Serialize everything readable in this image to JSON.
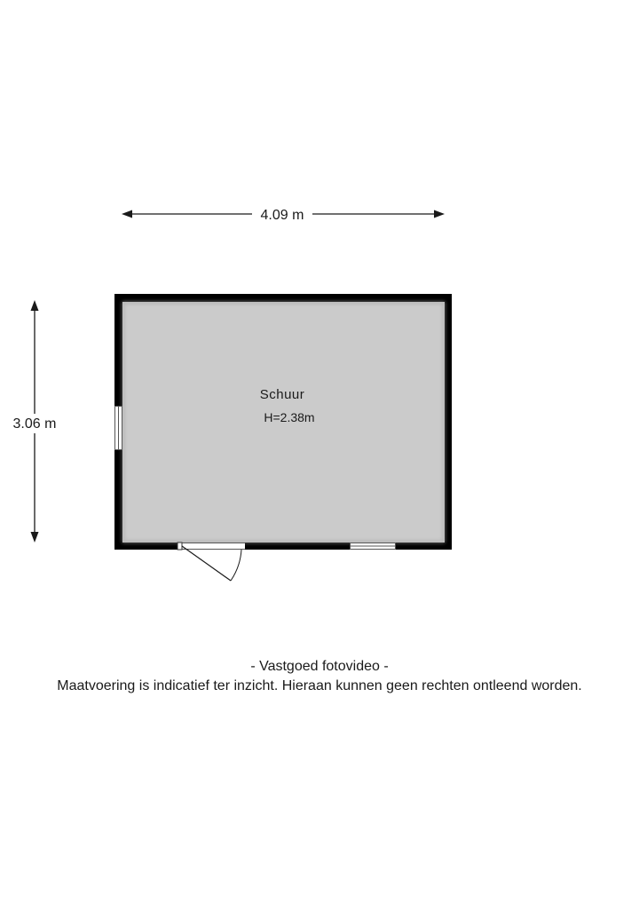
{
  "plan": {
    "width_label": "4.09 m",
    "depth_label": "3.06 m",
    "room": {
      "name": "Schuur",
      "height": "H=2.38m"
    },
    "colors": {
      "wall": "#000000",
      "floor": "#cbcbcb",
      "line": "#1a1a1a"
    }
  },
  "footer": {
    "credit": "- Vastgoed fotovideo -",
    "disclaimer": "Maatvoering is indicatief ter inzicht. Hieraan kunnen geen rechten ontleend worden."
  }
}
